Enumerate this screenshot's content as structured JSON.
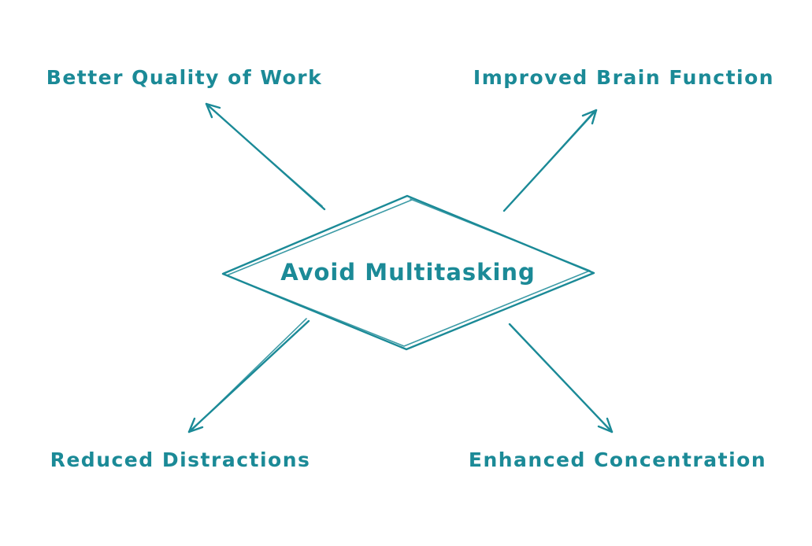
{
  "colors": {
    "accent": "#1b8a97",
    "background": "#ffffff"
  },
  "diagram": {
    "type": "mind-map",
    "center": {
      "label": "Avoid Multitasking",
      "shape": "diamond"
    },
    "nodes": [
      {
        "id": "top-left",
        "label": "Better Quality of Work"
      },
      {
        "id": "top-right",
        "label": "Improved Brain Function"
      },
      {
        "id": "bottom-left",
        "label": "Reduced Distractions"
      },
      {
        "id": "bottom-right",
        "label": "Enhanced Concentration"
      }
    ],
    "connections": [
      {
        "from": "center",
        "to": "top-left",
        "style": "arrow"
      },
      {
        "from": "center",
        "to": "top-right",
        "style": "arrow"
      },
      {
        "from": "center",
        "to": "bottom-left",
        "style": "arrow"
      },
      {
        "from": "center",
        "to": "bottom-right",
        "style": "arrow"
      }
    ]
  }
}
